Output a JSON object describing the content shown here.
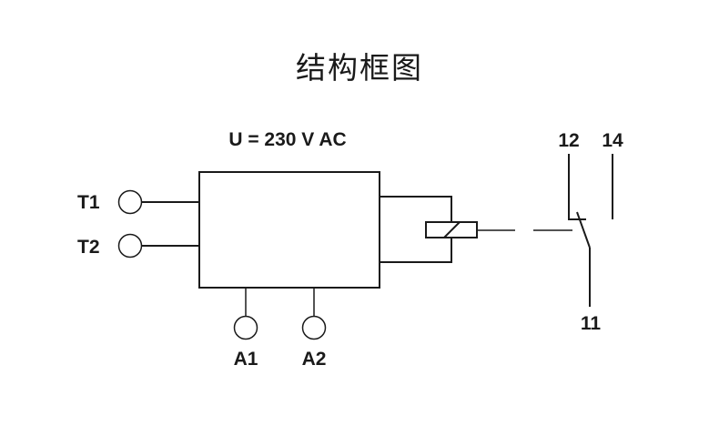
{
  "title": "结构框图",
  "diagram": {
    "supply_label": "U = 230 V AC",
    "terminals": {
      "t1": "T1",
      "t2": "T2",
      "a1": "A1",
      "a2": "A2",
      "c12": "12",
      "c14": "14",
      "c11": "11"
    }
  }
}
